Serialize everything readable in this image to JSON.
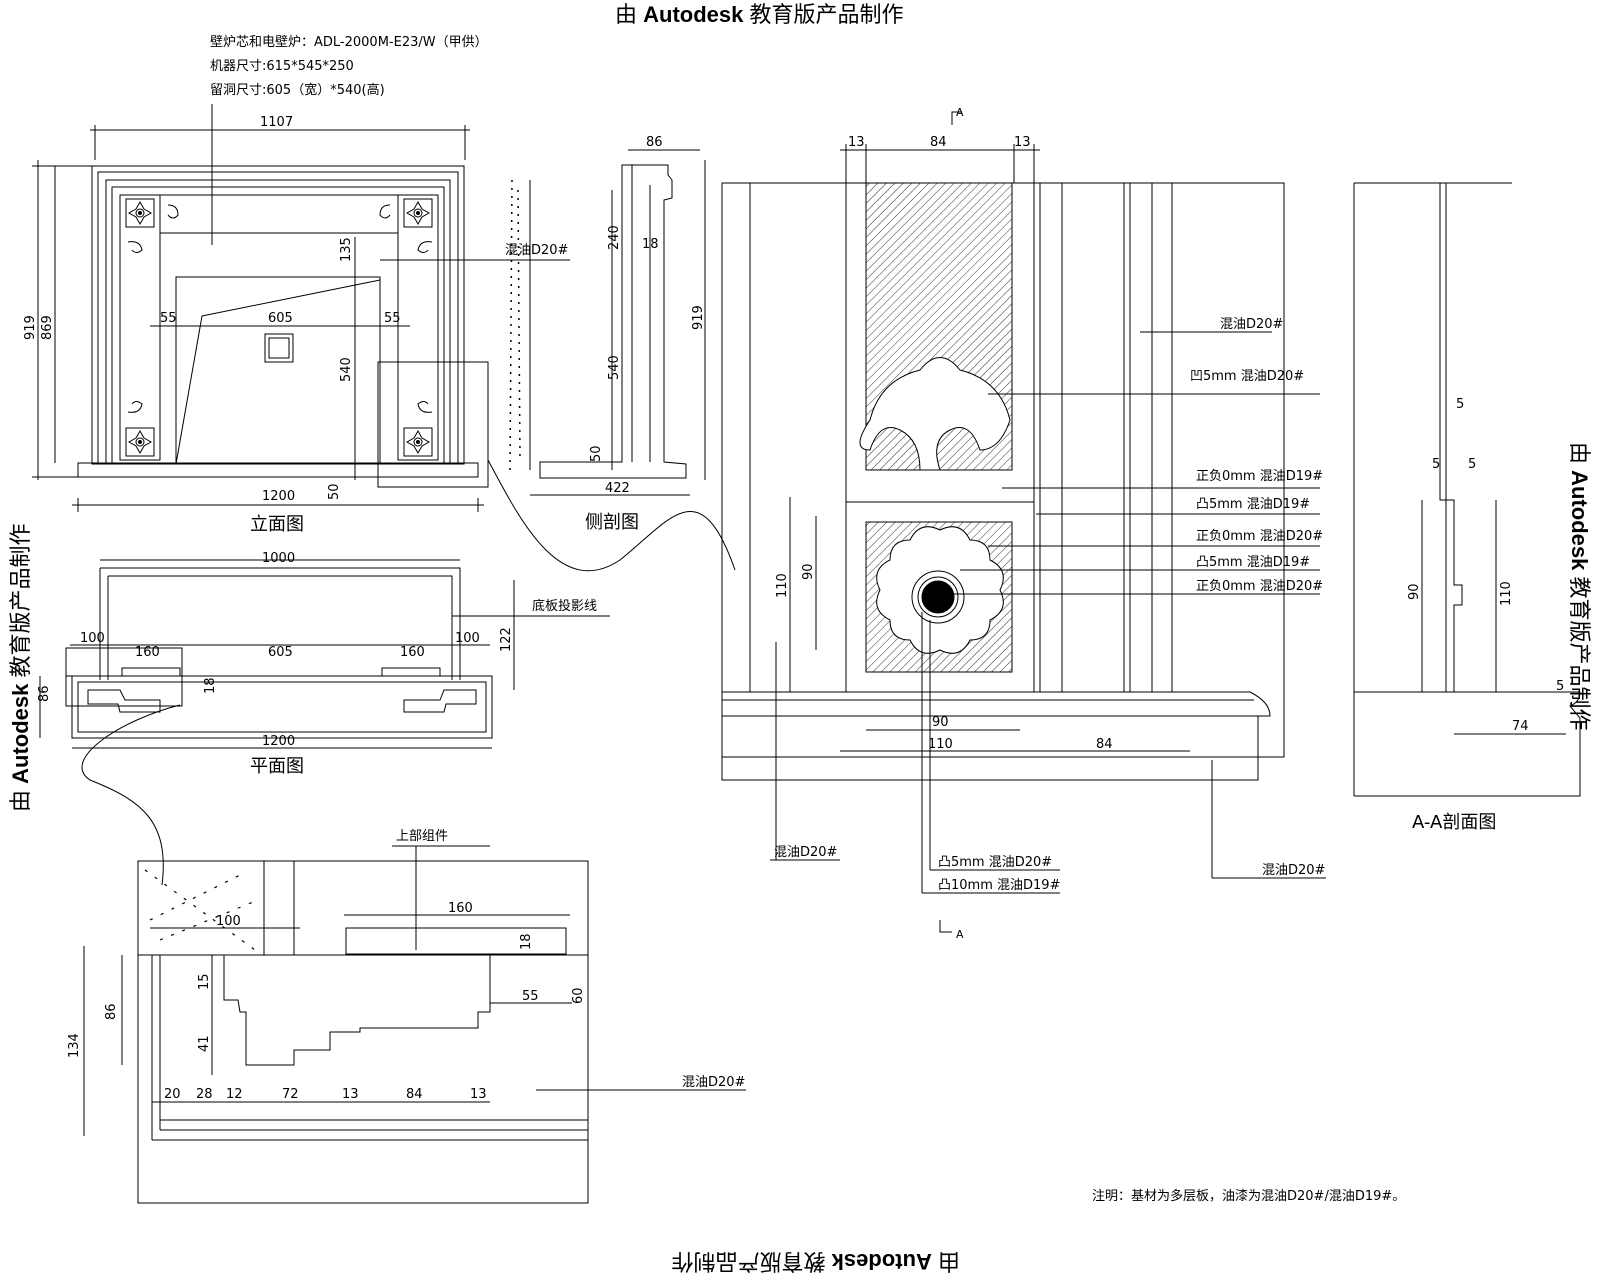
{
  "watermark": {
    "prefix": "由",
    "brand": "Autodesk",
    "suffix": "教育版产品制作"
  },
  "front_view": {
    "title": "立面图",
    "spec_lines": [
      "壁炉芯和电壁炉：ADL-2000M-E23/W（甲供）",
      "机器尺寸:615*545*250",
      "留洞尺寸:605（宽）*540(高)"
    ],
    "dims": {
      "top_width": "1107",
      "base_width": "1200",
      "height_outer": "919",
      "height_inner": "869",
      "opening_width": "605",
      "side_left": "55",
      "side_right": "55",
      "top_band": "135",
      "opening_height": "540",
      "base_height": "50"
    },
    "callout": "混油D20#"
  },
  "side_view": {
    "title": "侧剖图",
    "dims": {
      "top": "86",
      "upper": "240",
      "gap": "18",
      "lower": "540",
      "base": "50",
      "width": "422",
      "height": "919"
    }
  },
  "plan_view": {
    "title": "平面图",
    "label_shadow": "底板投影线",
    "dims": {
      "top_width": "1000",
      "left_return": "100",
      "right_return": "100",
      "left_pilaster": "160",
      "opening": "605",
      "right_pilaster": "160",
      "base_width": "1200",
      "depth": "122",
      "side_depth": "86",
      "lip": "18"
    }
  },
  "enlarged_detail": {
    "label_top": "上部组件",
    "callout": "混油D20#",
    "dims": {
      "left_block": "100",
      "plate": "160",
      "plate_thk": "18",
      "h15": "15",
      "h41": "41",
      "step55": "55",
      "h60": "60",
      "h86": "86",
      "h134": "134",
      "bottom": [
        "20",
        "28",
        "12",
        "72",
        "13",
        "84",
        "13"
      ]
    }
  },
  "pilaster_detail": {
    "dims_top": [
      "13",
      "84",
      "13"
    ],
    "dims_left": [
      "110",
      "90"
    ],
    "dims_bottom": [
      "90",
      "110",
      "84"
    ],
    "section_mark": "A",
    "callouts": [
      "混油D20#",
      "凹5mm 混油D20#",
      "正负0mm 混油D19#",
      "凸5mm 混油D19#",
      "正负0mm 混油D20#",
      "凸5mm 混油D19#",
      "正负0mm 混油D20#",
      "混油D20#",
      "凸5mm 混油D20#",
      "凸10mm 混油D19#",
      "混油D20#"
    ]
  },
  "section_aa": {
    "title": "A-A剖面图",
    "dims": [
      "5",
      "5",
      "5",
      "90",
      "110",
      "5",
      "74"
    ]
  },
  "note": "注明：基材为多层板，油漆为混油D20#/混油D19#。"
}
